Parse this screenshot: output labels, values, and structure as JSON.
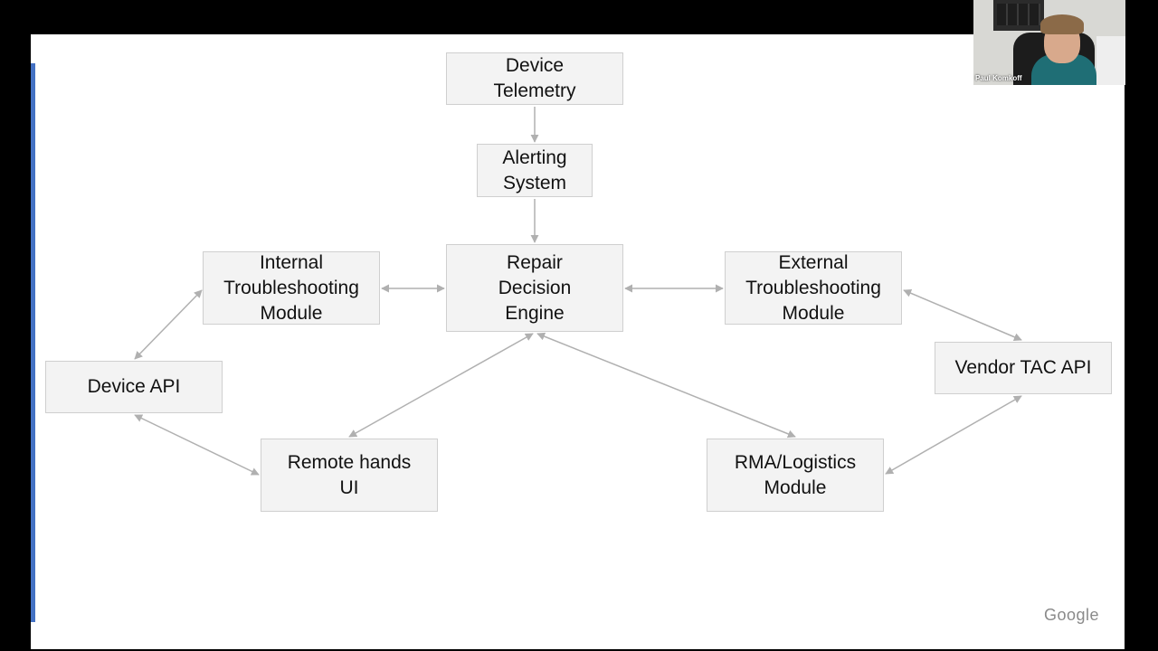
{
  "diagram": {
    "nodes": [
      {
        "id": "device-telemetry",
        "label": "Device\nTelemetry"
      },
      {
        "id": "alerting-system",
        "label": "Alerting\nSystem"
      },
      {
        "id": "internal-troubleshooting",
        "label": "Internal\nTroubleshooting\nModule"
      },
      {
        "id": "repair-decision-engine",
        "label": "Repair\nDecision\nEngine"
      },
      {
        "id": "external-troubleshooting",
        "label": "External\nTroubleshooting\nModule"
      },
      {
        "id": "device-api",
        "label": "Device API"
      },
      {
        "id": "vendor-tac-api",
        "label": "Vendor TAC API"
      },
      {
        "id": "remote-hands-ui",
        "label": "Remote hands\nUI"
      },
      {
        "id": "rma-logistics",
        "label": "RMA/Logistics\nModule"
      }
    ],
    "edges": [
      {
        "from": "device-telemetry",
        "to": "alerting-system",
        "direction": "one-way"
      },
      {
        "from": "alerting-system",
        "to": "repair-decision-engine",
        "direction": "one-way"
      },
      {
        "from": "internal-troubleshooting",
        "to": "repair-decision-engine",
        "direction": "both"
      },
      {
        "from": "repair-decision-engine",
        "to": "external-troubleshooting",
        "direction": "both"
      },
      {
        "from": "device-api",
        "to": "internal-troubleshooting",
        "direction": "both"
      },
      {
        "from": "device-api",
        "to": "remote-hands-ui",
        "direction": "both"
      },
      {
        "from": "remote-hands-ui",
        "to": "repair-decision-engine",
        "direction": "both"
      },
      {
        "from": "repair-decision-engine",
        "to": "rma-logistics",
        "direction": "both"
      },
      {
        "from": "external-troubleshooting",
        "to": "vendor-tac-api",
        "direction": "both"
      },
      {
        "from": "vendor-tac-api",
        "to": "rma-logistics",
        "direction": "both"
      }
    ]
  },
  "footer": {
    "brand": "Google"
  },
  "webcam": {
    "participant_name": "Paul Komkoff"
  },
  "colors": {
    "accent_bar": "#4472c4",
    "node_fill": "#f3f3f3",
    "node_border": "#cfcfcf",
    "edge": "#b0b0b0"
  }
}
